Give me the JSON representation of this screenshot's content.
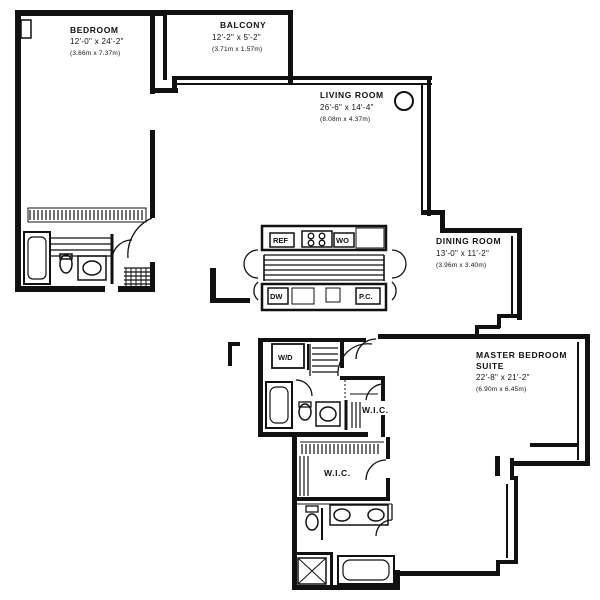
{
  "rooms": {
    "bedroom": {
      "name": "BEDROOM",
      "dims": "12'-0\" x 24'-2\"",
      "metric": "(3.66m x 7.37m)"
    },
    "balcony": {
      "name": "BALCONY",
      "dims": "12'-2\" x 5'-2\"",
      "metric": "(3.71m x 1.57m)"
    },
    "living": {
      "name": "LIVING ROOM",
      "dims": "26'-6\" x 14'-4\"",
      "metric": "(8.08m x 4.37m)"
    },
    "dining": {
      "name": "DINING ROOM",
      "dims": "13'-0\" x 11'-2\"",
      "metric": "(3.96m x 3.40m)"
    },
    "master": {
      "name": "MASTER BEDROOM",
      "name2": "SUITE",
      "dims": "22'-8\" x 21'-2\"",
      "metric": "(6.90m x 6.45m)"
    },
    "wic1": {
      "name": "W.I.C."
    },
    "wic2": {
      "name": "W.I.C."
    }
  },
  "fixtures": {
    "ref": "REF",
    "wo": "WO",
    "dw": "DW",
    "pc": "P.C.",
    "wd": "W/D"
  }
}
